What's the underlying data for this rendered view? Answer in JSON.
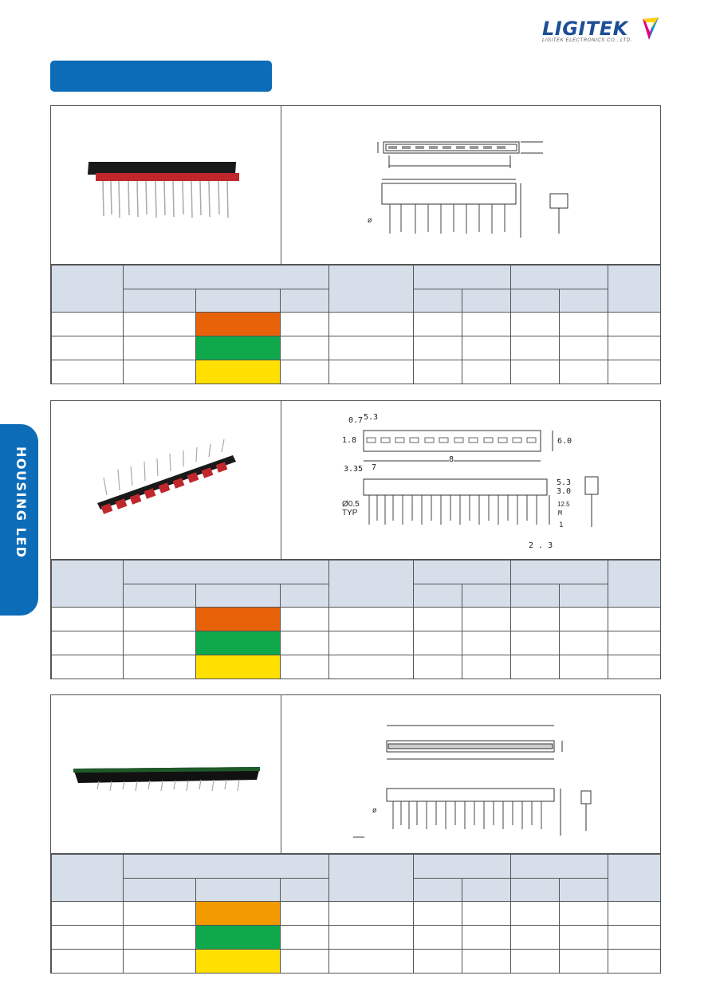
{
  "logo": {
    "name": "LIGITEK",
    "subtitle": "LIGITEK ELECTRONICS CO., LTD."
  },
  "side_tab": {
    "label": "HOUSING LED"
  },
  "colors": {
    "brand_blue": "#0c6cb8",
    "header_fill": "#d6dfe9",
    "swatch_orange": "#e8620a",
    "swatch_amber": "#f39a00",
    "swatch_green": "#0fa84a",
    "swatch_yellow": "#ffe000"
  },
  "products": [
    {
      "photo_icon": "red-led-array-icon",
      "drawing_labels": {
        "diameter": "ø"
      },
      "swatches": [
        "#e8620a",
        "#0fa84a",
        "#ffe000"
      ]
    },
    {
      "photo_icon": "red-led-array-icon",
      "drawing_labels": {
        "dim_a": "0.7",
        "dim_b": "5.3",
        "dim_c": "1.8",
        "dim_d": "6.0",
        "dim_e": "3.35",
        "dim_f": "7",
        "dim_g": "8",
        "dim_h": "5.3",
        "dim_i": "3.0",
        "dim_j": "Ø0.5",
        "dim_k": "TYP",
        "dim_l": "12.5",
        "dim_m": "M",
        "dim_n": "1",
        "dim_o": "2 . 3"
      },
      "swatches": [
        "#e8620a",
        "#0fa84a",
        "#ffe000"
      ]
    },
    {
      "photo_icon": "green-led-array-icon",
      "drawing_labels": {
        "diameter": "ø"
      },
      "swatches": [
        "#f39a00",
        "#0fa84a",
        "#ffe000"
      ]
    }
  ]
}
